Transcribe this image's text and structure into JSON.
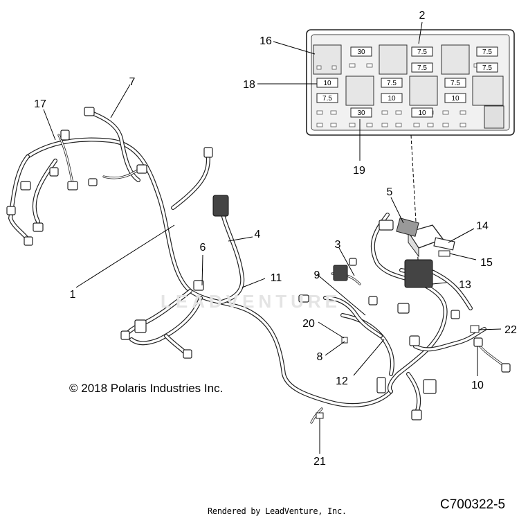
{
  "copyright": "© 2018 Polaris Industries Inc.",
  "rendered_by": "Rendered by LeadVenture, Inc.",
  "part_code": "C700322-5",
  "watermark": "LEADVENTURE",
  "callouts": [
    {
      "id": "1",
      "label": "1"
    },
    {
      "id": "2",
      "label": "2"
    },
    {
      "id": "3",
      "label": "3"
    },
    {
      "id": "4",
      "label": "4"
    },
    {
      "id": "5",
      "label": "5"
    },
    {
      "id": "6",
      "label": "6"
    },
    {
      "id": "7",
      "label": "7"
    },
    {
      "id": "8",
      "label": "8"
    },
    {
      "id": "9",
      "label": "9"
    },
    {
      "id": "10",
      "label": "10"
    },
    {
      "id": "11",
      "label": "11"
    },
    {
      "id": "12",
      "label": "12"
    },
    {
      "id": "13",
      "label": "13"
    },
    {
      "id": "14",
      "label": "14"
    },
    {
      "id": "15",
      "label": "15"
    },
    {
      "id": "16",
      "label": "16"
    },
    {
      "id": "17",
      "label": "17"
    },
    {
      "id": "18",
      "label": "18"
    },
    {
      "id": "19",
      "label": "19"
    },
    {
      "id": "20",
      "label": "20"
    },
    {
      "id": "21",
      "label": "21"
    },
    {
      "id": "22",
      "label": "22"
    }
  ],
  "fuses": [
    {
      "id": "f1",
      "label": "30"
    },
    {
      "id": "f2",
      "label": "7.5"
    },
    {
      "id": "f3",
      "label": "7.5"
    },
    {
      "id": "f4",
      "label": "7.5"
    },
    {
      "id": "f5",
      "label": "7.5"
    },
    {
      "id": "f6",
      "label": "10"
    },
    {
      "id": "f7",
      "label": "7.5"
    },
    {
      "id": "f8",
      "label": "7.5"
    },
    {
      "id": "f9",
      "label": "7.5"
    },
    {
      "id": "f10",
      "label": "10"
    },
    {
      "id": "f11",
      "label": "10"
    },
    {
      "id": "f12",
      "label": "30"
    },
    {
      "id": "f13",
      "label": "10"
    }
  ]
}
